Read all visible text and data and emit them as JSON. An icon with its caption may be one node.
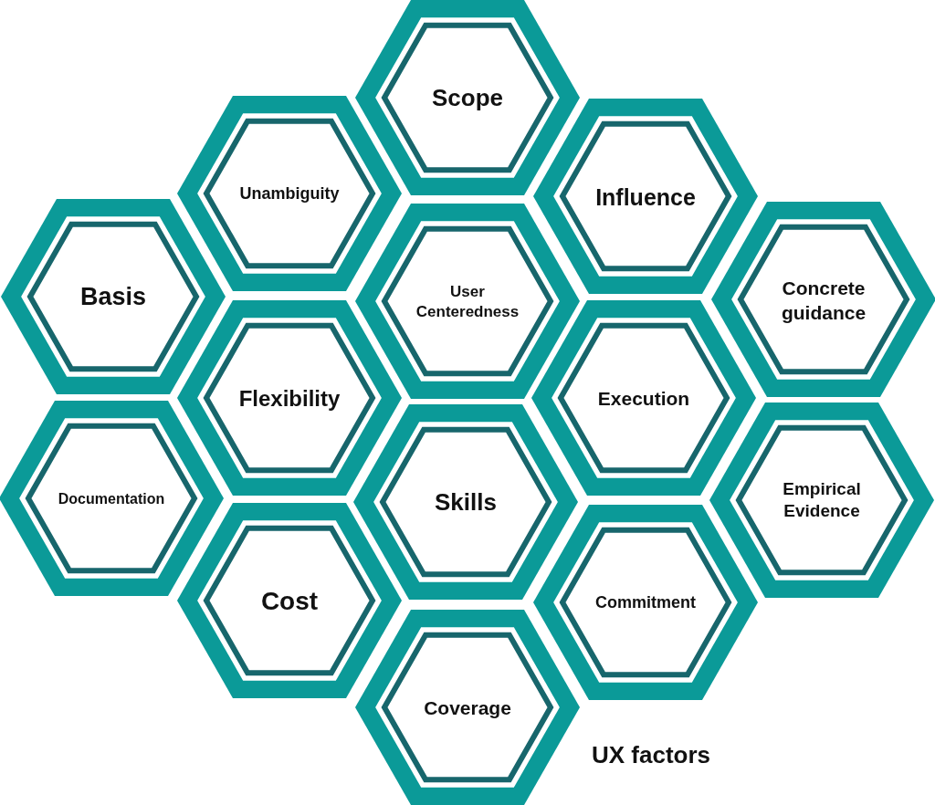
{
  "diagram": {
    "caption": "UX factors",
    "nodes": [
      {
        "text": [
          "Scope"
        ]
      },
      {
        "text": [
          "Unambiguity"
        ]
      },
      {
        "text": [
          "Influence"
        ]
      },
      {
        "text": [
          "Basis"
        ]
      },
      {
        "text": [
          "User Centeredness"
        ]
      },
      {
        "text": [
          "Concrete guidance"
        ]
      },
      {
        "text": [
          "Flexibility"
        ]
      },
      {
        "text": [
          "Execution"
        ]
      },
      {
        "text": [
          "Documentation"
        ]
      },
      {
        "text": [
          "Skills"
        ]
      },
      {
        "text": [
          "Empirical Evidence"
        ]
      },
      {
        "text": [
          "Cost"
        ]
      },
      {
        "text": [
          "Commitment"
        ]
      },
      {
        "text": [
          "Coverage"
        ]
      }
    ],
    "edges": []
  }
}
